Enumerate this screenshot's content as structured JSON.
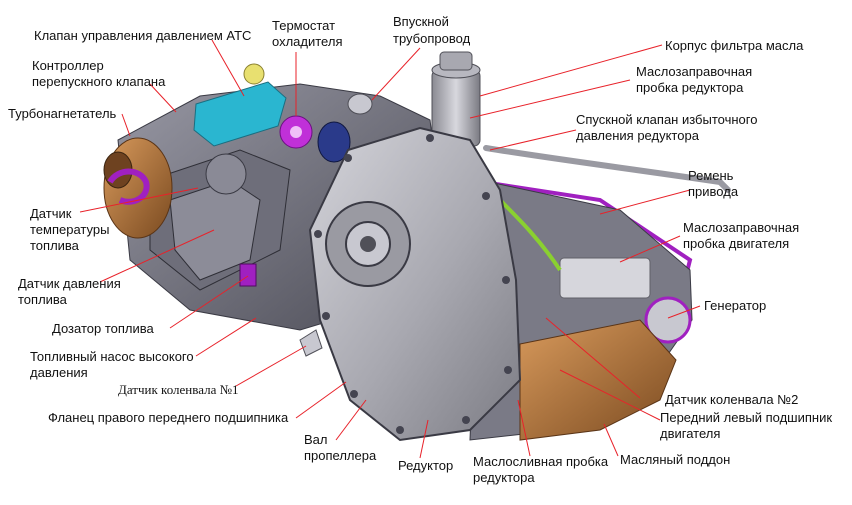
{
  "labels": {
    "ats_valve": "Клапан управления давлением АТС",
    "bypass_ctrl_1": "Контроллер",
    "bypass_ctrl_2": "перепускного клапана",
    "turbo": "Турбонагнетатель",
    "thermo_1": "Термостат",
    "thermo_2": "охладителя",
    "intake_1": "Впускной",
    "intake_2": "трубопровод",
    "oil_filter": "Корпус фильтра масла",
    "gb_oil_fill_1": "Маслозаправочная",
    "gb_oil_fill_2": "пробка редуктора",
    "relief_1": "Спускной клапан избыточного",
    "relief_2": "давления редуктора",
    "belt_1": "Ремень",
    "belt_2": "привода",
    "eng_oil_fill_1": "Маслозаправочная",
    "eng_oil_fill_2": "пробка двигателя",
    "generator": "Генератор",
    "fuel_temp_1": "Датчик",
    "fuel_temp_2": "температуры",
    "fuel_temp_3": "топлива",
    "fuel_press_1": "Датчик давления",
    "fuel_press_2": "топлива",
    "fuel_doser": "Дозатор топлива",
    "hp_pump_1": "Топливный насос высокого",
    "hp_pump_2": "давления",
    "crank1": "Датчик коленвала №1",
    "flange": "Фланец правого переднего подшипника",
    "shaft_1": "Вал",
    "shaft_2": "пропеллера",
    "reducer": "Редуктор",
    "gb_drain_1": "Маслосливная пробка",
    "gb_drain_2": "редуктора",
    "sump": "Масляный поддон",
    "crank2": "Датчик коленвала №2",
    "front_left_1": "Передний левый подшипник",
    "front_left_2": "двигателя"
  },
  "colors": {
    "leader": "#e8222a",
    "housing": "#9a9aa2",
    "cover": "#b4b4bc",
    "purple": "#a020c0",
    "bronze": "#b8763c",
    "cyan": "#2ac8e0",
    "green": "#8ad030"
  }
}
